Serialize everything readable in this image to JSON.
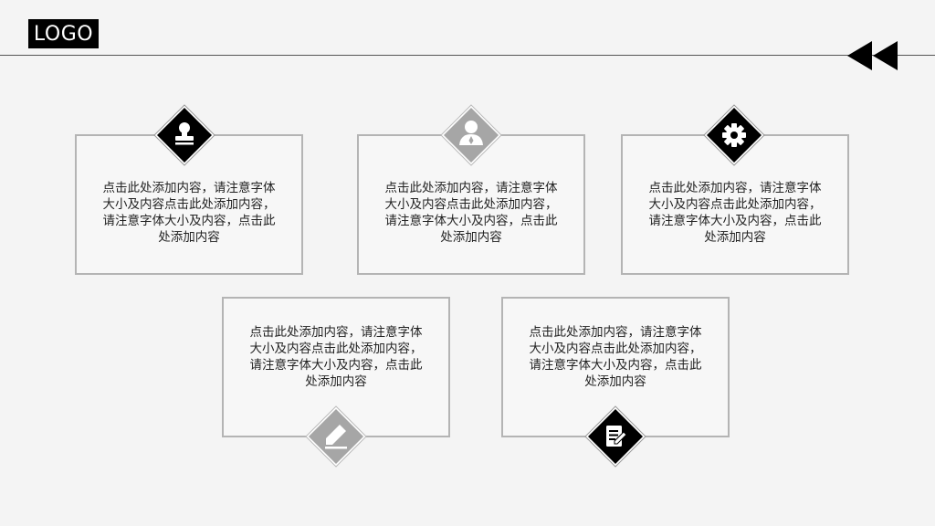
{
  "header": {
    "logo_text": "LOGO",
    "back_icon": "rewind-icon"
  },
  "cards": [
    {
      "text": "点击此处添加内容，请注意字体大小及内容点击此处添加内容，请注意字体大小及内容，点击此处添加内容",
      "icon": "stamp-icon",
      "badge_color": "#000000"
    },
    {
      "text": "点击此处添加内容，请注意字体大小及内容点击此处添加内容，请注意字体大小及内容，点击此处添加内容",
      "icon": "user-icon",
      "badge_color": "#a6a6a6"
    },
    {
      "text": "点击此处添加内容，请注意字体大小及内容点击此处添加内容，请注意字体大小及内容，点击此处添加内容",
      "icon": "gear-icon",
      "badge_color": "#000000"
    },
    {
      "text": "点击此处添加内容，请注意字体大小及内容点击此处添加内容，请注意字体大小及内容，点击此处添加内容",
      "icon": "pencil-icon",
      "badge_color": "#a6a6a6"
    },
    {
      "text": "点击此处添加内容，请注意字体大小及内容点击此处添加内容，请注意字体大小及内容，点击此处添加内容",
      "icon": "edit-document-icon",
      "badge_color": "#000000"
    }
  ]
}
